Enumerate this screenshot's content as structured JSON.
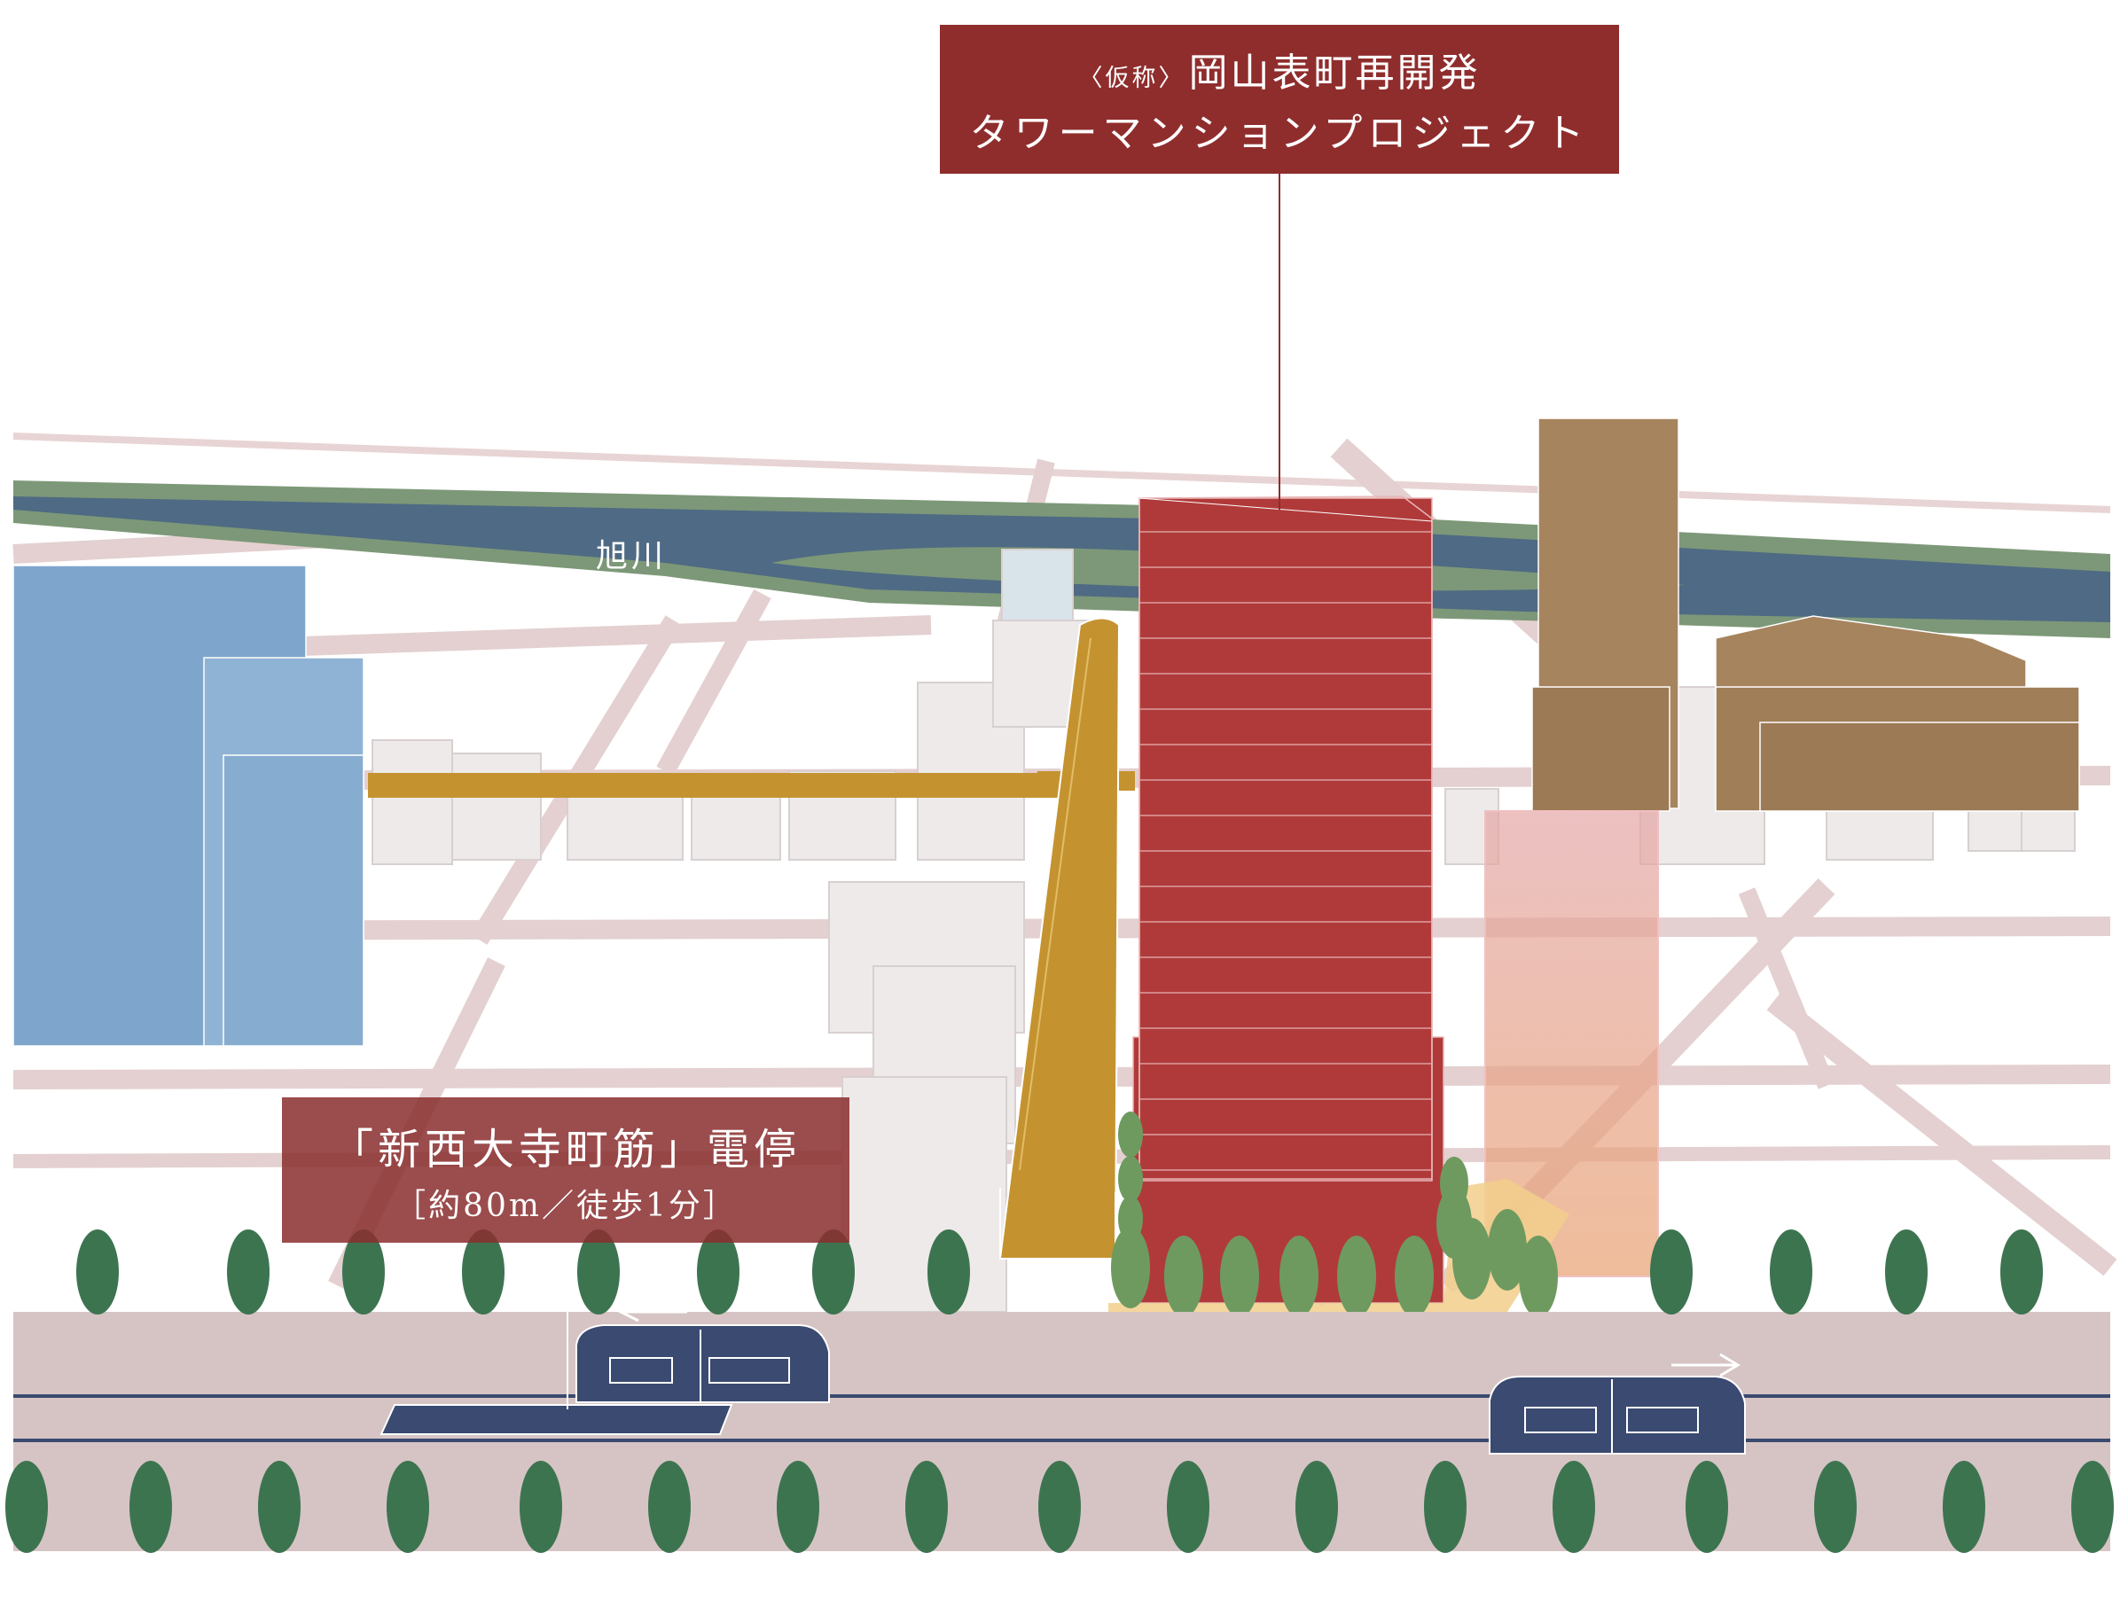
{
  "labels": {
    "project_prefix": "〈仮称〉",
    "project_name": "岡山表町再開発",
    "project_subtitle": "タワーマンションプロジェクト",
    "station_name": "「新西大寺町筋」電停",
    "station_distance": "［約80m／徒歩1分］",
    "river_name": "旭川"
  },
  "colors": {
    "target_tower": "#b03a3a",
    "label_bg": "#8f2d2d",
    "blue_building": "#7ea6cc",
    "brown_buildings": "#a6845e",
    "arcade": "#c49330",
    "river": "#4f6a84",
    "riverbank": "#7d9878",
    "road": "#d6c4c4",
    "tram": "#3a4a70",
    "tree": "#3d7450",
    "tree_light": "#6e9a60"
  },
  "icons": [
    "tree-icon",
    "tram-icon",
    "direction-arrow-icon"
  ]
}
